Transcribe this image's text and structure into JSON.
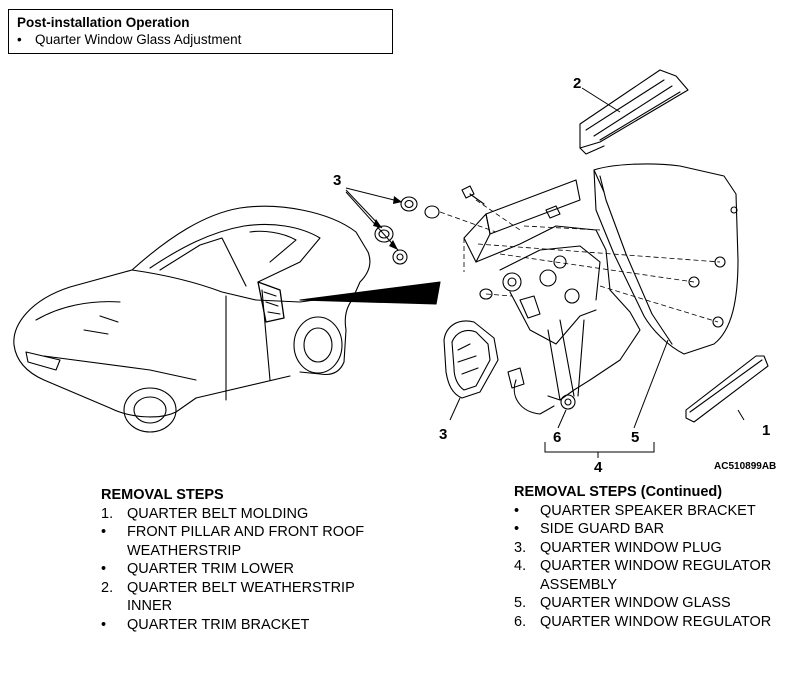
{
  "note": {
    "title": "Post-installation Operation",
    "items": [
      {
        "bullet": "•",
        "text": "Quarter Window Glass Adjustment"
      }
    ]
  },
  "callouts": {
    "c1": "1",
    "c2": "2",
    "c3_top": "3",
    "c3_bottom": "3",
    "c4": "4",
    "c5": "5",
    "c6": "6"
  },
  "figure_code": "AC510899AB",
  "steps_left": {
    "heading": "REMOVAL STEPS",
    "items": [
      {
        "mark": "1.",
        "text": "QUARTER BELT MOLDING"
      },
      {
        "mark": "•",
        "text": "FRONT PILLAR AND FRONT ROOF WEATHERSTRIP"
      },
      {
        "mark": "•",
        "text": "QUARTER TRIM LOWER"
      },
      {
        "mark": "2.",
        "text": "QUARTER BELT WEATHERSTRIP INNER"
      },
      {
        "mark": "•",
        "text": "QUARTER TRIM BRACKET"
      }
    ]
  },
  "steps_right": {
    "heading": "REMOVAL STEPS (Continued)",
    "items": [
      {
        "mark": "•",
        "text": "QUARTER SPEAKER BRACKET"
      },
      {
        "mark": "•",
        "text": "SIDE GUARD BAR"
      },
      {
        "mark": "3.",
        "text": "QUARTER WINDOW PLUG"
      },
      {
        "mark": "4.",
        "text": "QUARTER WINDOW REGULATOR ASSEMBLY"
      },
      {
        "mark": "5.",
        "text": "QUARTER WINDOW GLASS"
      },
      {
        "mark": "6.",
        "text": "QUARTER WINDOW REGULATOR"
      }
    ]
  }
}
